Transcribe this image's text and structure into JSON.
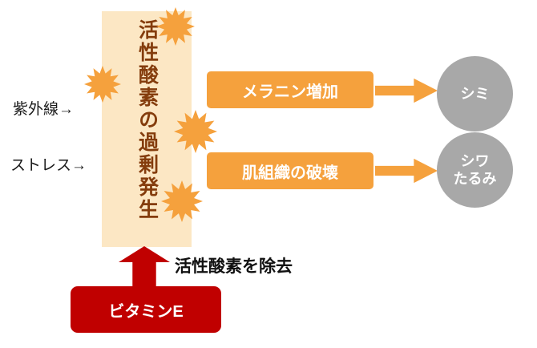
{
  "diagram": {
    "inputs": {
      "uv": "紫外線→",
      "stress": "ストレス→"
    },
    "source": {
      "label": "活性酸素の過剰発生"
    },
    "outcomes": [
      {
        "cause": "メラニン増加",
        "effect_lines": [
          "シミ"
        ]
      },
      {
        "cause": "肌組織の破壊",
        "effect_lines": [
          "シワ",
          "たるみ"
        ]
      }
    ],
    "remedy": {
      "action": "活性酸素を除去",
      "agent": "ビタミンE"
    },
    "colors": {
      "orange": "#F5A13D",
      "cream": "#FCE7C4",
      "dark_red": "#C00000",
      "gray": "#A8A8A8",
      "source_text": "#843C0C"
    }
  }
}
